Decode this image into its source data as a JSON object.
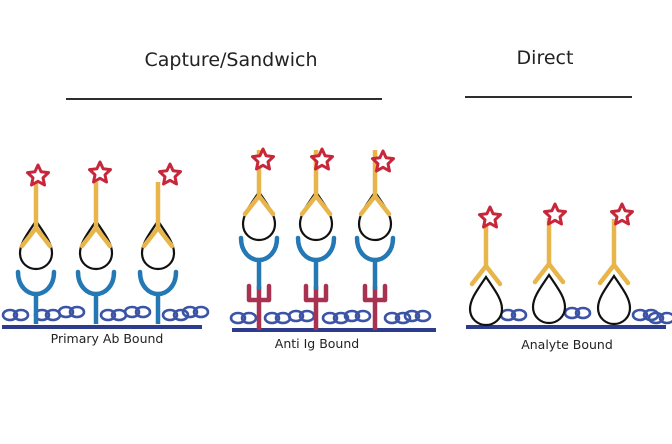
{
  "diagram": {
    "groups": [
      {
        "title": "Capture/Sandwich"
      },
      {
        "title": "Direct"
      }
    ],
    "panels": [
      {
        "label": "Primary Ab Bound"
      },
      {
        "label": "Anti Ig Bound"
      },
      {
        "label": "Analyte Bound"
      }
    ],
    "colors": {
      "surface": "#2c3b8c",
      "surface_pattern": "#3b54a6",
      "capture_antibody": "#2479b5",
      "anti_ig_antibody": "#a83250",
      "detection_antibody": "#e8b54a",
      "label_star": "#c8263a",
      "analyte": "#111111"
    }
  }
}
